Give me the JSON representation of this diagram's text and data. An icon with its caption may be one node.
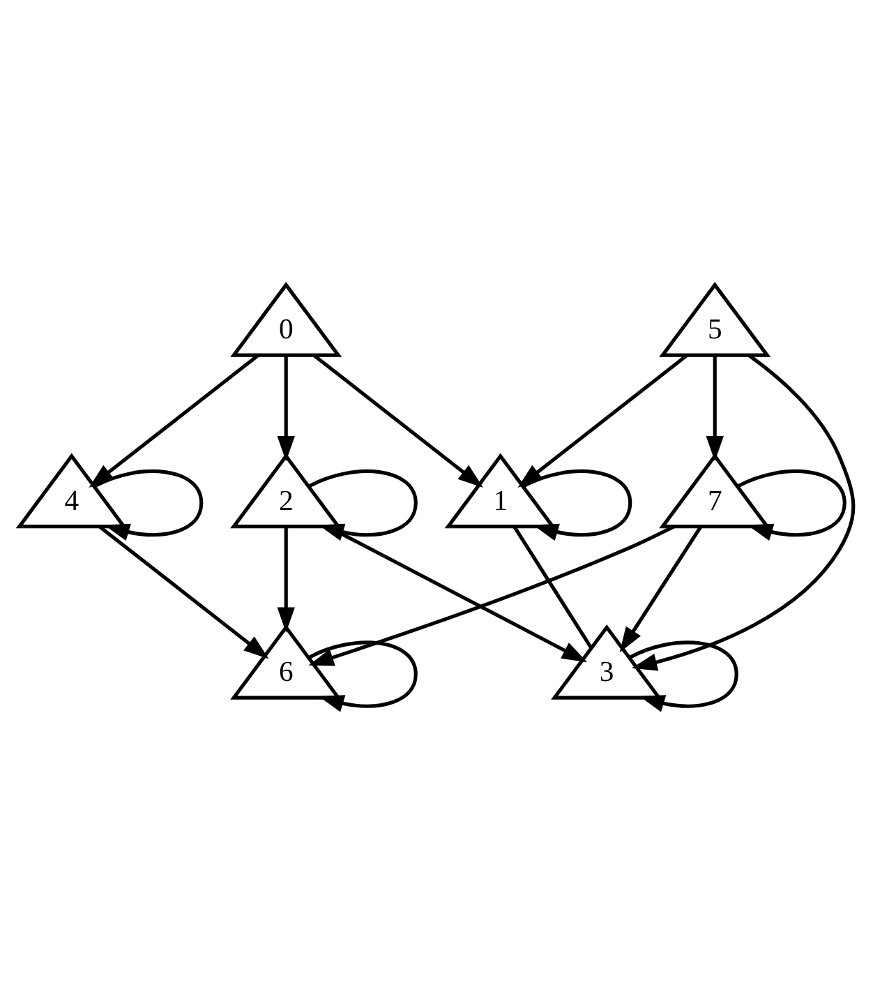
{
  "diagram": {
    "nodes": [
      {
        "text": [
          "0"
        ]
      },
      {
        "text": [
          "1"
        ]
      },
      {
        "text": [
          "2"
        ]
      },
      {
        "text": [
          "3"
        ]
      },
      {
        "text": [
          "4"
        ]
      },
      {
        "text": [
          "5"
        ]
      },
      {
        "text": [
          "6"
        ]
      },
      {
        "text": [
          "7"
        ]
      }
    ],
    "edges": [
      {
        "from": 5,
        "to": 7,
        "arrow": "to"
      },
      {
        "from": 7,
        "to": 7,
        "arrow": "to"
      },
      {
        "from": 5,
        "to": 1,
        "arrow": "to"
      },
      {
        "from": 5,
        "to": 3,
        "arrow": "to"
      },
      {
        "from": 0,
        "to": 2,
        "arrow": "to"
      },
      {
        "from": 0,
        "to": 1,
        "arrow": "to"
      },
      {
        "from": 0,
        "to": 4,
        "arrow": "to"
      },
      {
        "from": 2,
        "to": 2,
        "arrow": "to"
      },
      {
        "from": 4,
        "to": 4,
        "arrow": "to"
      },
      {
        "from": 4,
        "to": 6,
        "arrow": "to"
      },
      {
        "from": 1,
        "to": 1,
        "arrow": "to"
      },
      {
        "from": 1,
        "to": 3,
        "arrow": "none"
      },
      {
        "from": 7,
        "to": 3,
        "arrow": "to"
      },
      {
        "from": 7,
        "to": 6,
        "arrow": "to"
      },
      {
        "from": 2,
        "to": 3,
        "arrow": "to"
      },
      {
        "from": 2,
        "to": 6,
        "arrow": "to"
      },
      {
        "from": 3,
        "to": 3,
        "arrow": "to"
      },
      {
        "from": 6,
        "to": 6,
        "arrow": "to"
      }
    ]
  }
}
